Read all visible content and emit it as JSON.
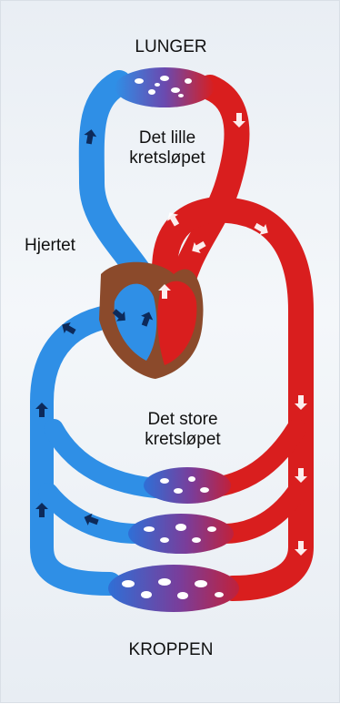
{
  "labels": {
    "lungs": "LUNGER",
    "small_circuit_line1": "Det lille",
    "small_circuit_line2": "kretsløpet",
    "heart": "Hjertet",
    "large_circuit_line1": "Det store",
    "large_circuit_line2": "kretsløpet",
    "body": "KROPPEN"
  },
  "colors": {
    "deoxygenated": "#2f8fe6",
    "oxygenated": "#d91e1e",
    "heart_muscle": "#8b4a2b",
    "background": "#eef2f6"
  },
  "icons": [
    "flow-arrow-icon"
  ]
}
